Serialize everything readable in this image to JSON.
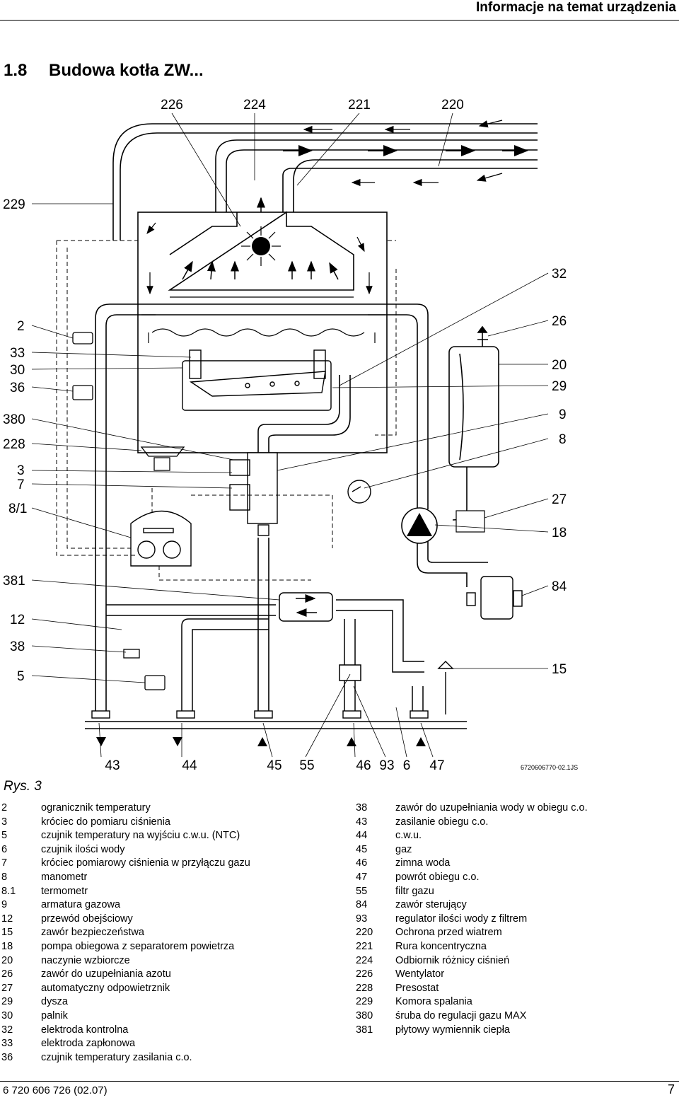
{
  "header": {
    "title": "Informacje na temat urządzenia"
  },
  "section": {
    "number": "1.8",
    "title": "Budowa kotła ZW..."
  },
  "diagram": {
    "labels_top": [
      "226",
      "224",
      "221",
      "220"
    ],
    "labels_left": [
      "229",
      "2",
      "33",
      "30",
      "36",
      "380",
      "228",
      "3",
      "7",
      "8/1",
      "381",
      "12",
      "38",
      "5"
    ],
    "labels_right": [
      "32",
      "26",
      "20",
      "29",
      "9",
      "8",
      "27",
      "18",
      "84",
      "15"
    ],
    "labels_bottom": [
      "43",
      "44",
      "45",
      "55",
      "46",
      "93",
      "6",
      "47"
    ],
    "drawing_id": "6720606770-02.1JS",
    "icons": [
      "fan-icon",
      "pump-icon",
      "manometer-icon",
      "expansion-vessel-icon",
      "control-panel-icon",
      "heat-exchanger-icon",
      "gas-valve-icon",
      "flow-arrow-icon"
    ]
  },
  "figure": {
    "caption": "Rys. 3"
  },
  "legend_left": [
    {
      "code": "2",
      "text": "ogranicznik temperatury"
    },
    {
      "code": "3",
      "text": "króciec do pomiaru ciśnienia"
    },
    {
      "code": "5",
      "text": "czujnik temperatury na wyjściu c.w.u. (NTC)"
    },
    {
      "code": "6",
      "text": "czujnik ilości wody"
    },
    {
      "code": "7",
      "text": "króciec pomiarowy ciśnienia w przyłączu gazu"
    },
    {
      "code": "8",
      "text": "manometr"
    },
    {
      "code": "8.1",
      "text": "termometr"
    },
    {
      "code": "9",
      "text": "armatura gazowa"
    },
    {
      "code": "12",
      "text": "przewód obejściowy"
    },
    {
      "code": "15",
      "text": "zawór bezpieczeństwa"
    },
    {
      "code": "18",
      "text": "pompa obiegowa z separatorem powietrza"
    },
    {
      "code": "20",
      "text": "naczynie wzbiorcze"
    },
    {
      "code": "26",
      "text": "zawór do uzupełniania azotu"
    },
    {
      "code": "27",
      "text": "automatyczny odpowietrznik"
    },
    {
      "code": "29",
      "text": "dysza"
    },
    {
      "code": "30",
      "text": "palnik"
    },
    {
      "code": "32",
      "text": "elektroda kontrolna"
    },
    {
      "code": "33",
      "text": "elektroda zapłonowa"
    },
    {
      "code": "36",
      "text": "czujnik temperatury zasilania c.o."
    }
  ],
  "legend_right": [
    {
      "code": "38",
      "text": "zawór do uzupełniania wody w obiegu c.o."
    },
    {
      "code": "43",
      "text": "zasilanie obiegu c.o."
    },
    {
      "code": "44",
      "text": "c.w.u."
    },
    {
      "code": "45",
      "text": "gaz"
    },
    {
      "code": "46",
      "text": "zimna woda"
    },
    {
      "code": "47",
      "text": "powrót obiegu c.o."
    },
    {
      "code": "55",
      "text": "filtr gazu"
    },
    {
      "code": "84",
      "text": "zawór sterujący"
    },
    {
      "code": "93",
      "text": "regulator ilości wody z filtrem"
    },
    {
      "code": "220",
      "text": "Ochrona przed wiatrem"
    },
    {
      "code": "221",
      "text": "Rura koncentryczna"
    },
    {
      "code": "224",
      "text": "Odbiornik różnicy ciśnień"
    },
    {
      "code": "226",
      "text": "Wentylator"
    },
    {
      "code": "228",
      "text": "Presostat"
    },
    {
      "code": "229",
      "text": "Komora spalania"
    },
    {
      "code": "380",
      "text": "śruba do regulacji gazu MAX"
    },
    {
      "code": "381",
      "text": "płytowy wymiennik ciepła"
    }
  ],
  "footer": {
    "doc_id": "6 720 606 726 (02.07)",
    "page": "7"
  }
}
